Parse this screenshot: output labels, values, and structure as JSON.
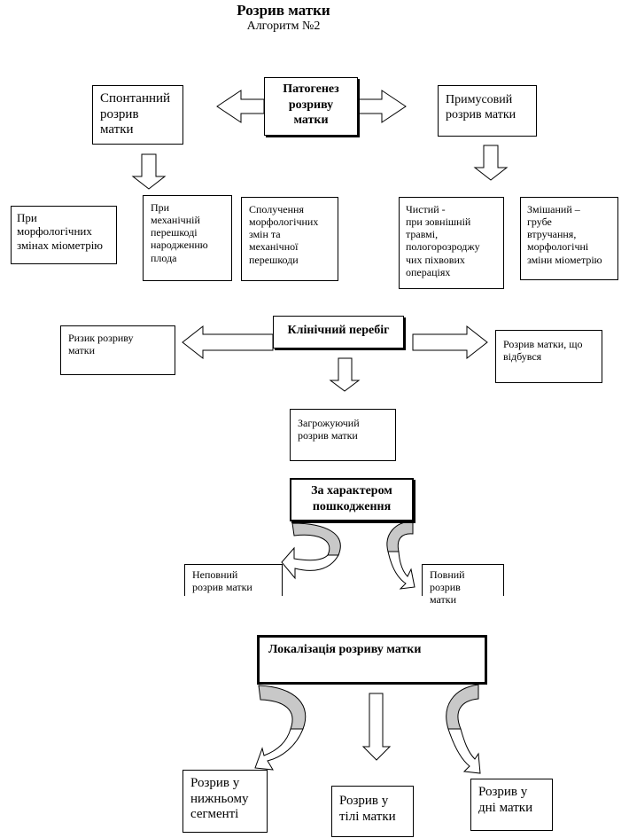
{
  "title": "Розрив матки",
  "subtitle": "Алгоритм №2",
  "pathogenesis": {
    "center": "Патогенез\nрозриву\nматки",
    "spontaneous": "Спонтанний\nрозрив\nматки",
    "forced": "Примусовий\nрозрив матки",
    "spontaneous_causes": [
      "При\nморфологічних\nзмінах міометрію",
      "При\nмеханічній\nперешкоді\nнародженню\nплода",
      "Сполучення\nморфологічних\nзмін та\nмеханічної\nперешкоди"
    ],
    "forced_types": [
      "Чистий -\nпри зовнішній\nтравмі,\nпологорозроджу\nчих піхвових\nопераціях",
      "Змішаний –\nгрубе\nвтручання,\nморфологічні\nзміни міометрію"
    ]
  },
  "clinical": {
    "center": "Клінічний перебіг",
    "risk": "Ризик розриву\nматки",
    "happened": "Розрив матки, що\nвідбувся",
    "threatening": "Загрожуючий\nрозрив матки"
  },
  "damage": {
    "center": "За характером\nпошкодження",
    "incomplete": "Неповний\nрозрив матки",
    "complete": "Повний розрив\nматки"
  },
  "localization": {
    "center": "Локалізація розриву матки",
    "lower_segment": "Розрив у\nнижньому\nсегменті",
    "body": "Розрив у\nтілі матки",
    "fundus": "Розрив у\nдні матки"
  }
}
